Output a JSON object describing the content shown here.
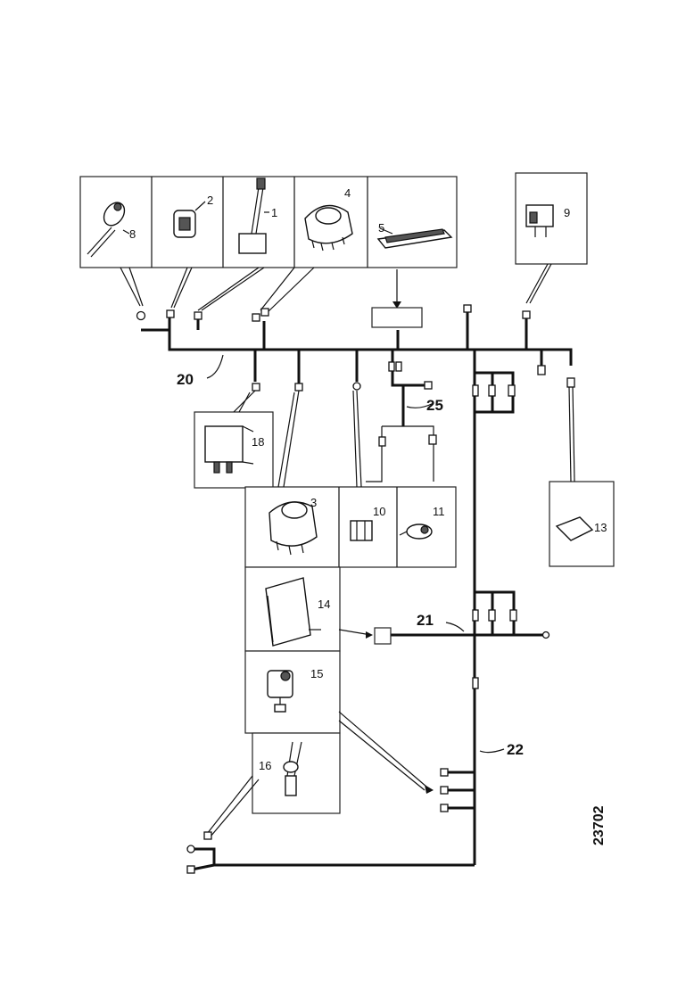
{
  "labels": {
    "c1": "1",
    "c2": "2",
    "c3": "3",
    "c4": "4",
    "c5": "5",
    "c8": "8",
    "c9": "9",
    "c10": "10",
    "c11": "11",
    "c13": "13",
    "c14": "14",
    "c15": "15",
    "c16": "16",
    "c18": "18",
    "h20": "20",
    "h21": "21",
    "h22": "22",
    "h25": "25"
  },
  "figure_ref": "23702"
}
